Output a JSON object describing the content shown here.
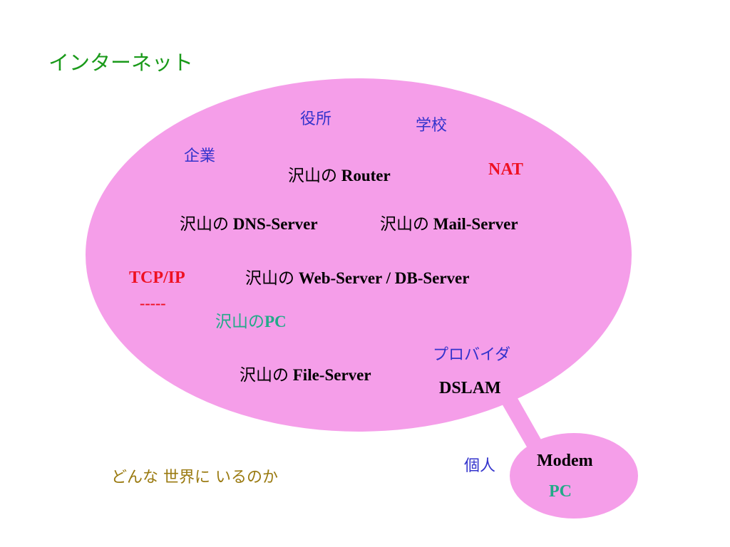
{
  "title": "インターネット",
  "subtitle": "どんな 世界に いるのか",
  "colors": {
    "cloud": "#f59ee9",
    "green": "#1a9a1a",
    "blue": "#3333cc",
    "red": "#ee1122",
    "teal": "#22aa88",
    "olive": "#9a7a10",
    "black": "#000000"
  },
  "internet_cloud": {
    "orgs": {
      "government": "役所",
      "school": "学校",
      "company": "企業"
    },
    "nat": "NAT",
    "routers": {
      "prefix": "沢山の",
      "name": "Router"
    },
    "dns_servers": {
      "prefix": "沢山の",
      "name": "DNS-Server"
    },
    "mail_servers": {
      "prefix": "沢山の",
      "name": "Mail-Server"
    },
    "protocol": "TCP/IP",
    "protocol_dashes": "-----",
    "web_db_servers": {
      "prefix": "沢山の",
      "name": "Web-Server / DB-Server"
    },
    "pcs": {
      "prefix": "沢山の",
      "name": "PC"
    },
    "provider": "プロバイダ",
    "file_servers": {
      "prefix": "沢山の",
      "name": "File-Server"
    },
    "dslam": "DSLAM"
  },
  "home": {
    "individual": "個人",
    "modem": "Modem",
    "pc": "PC"
  }
}
